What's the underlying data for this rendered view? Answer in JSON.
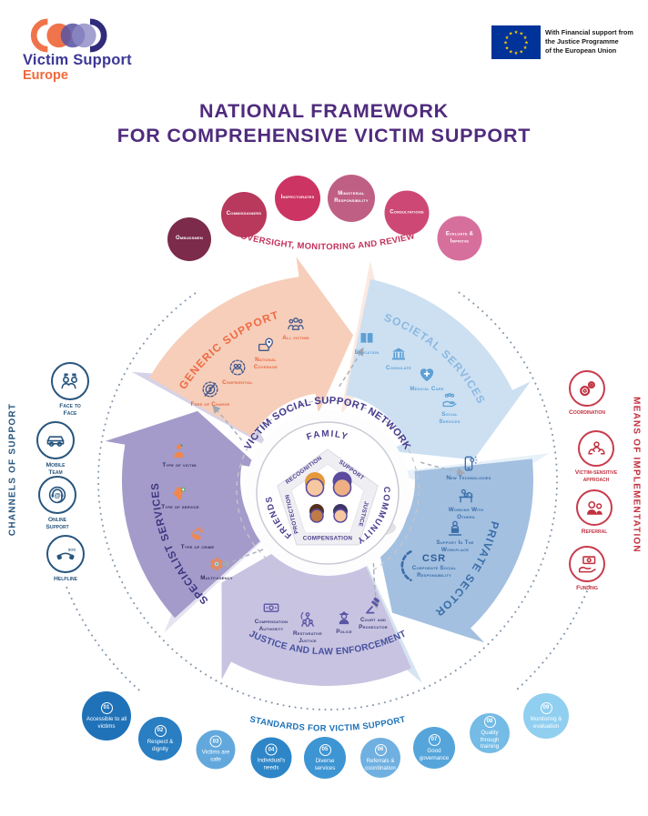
{
  "logo": {
    "name": "Victim Support",
    "region": "Europe"
  },
  "eu_funding": {
    "credit": "With Financial support from\nthe Justice Programme\nof the European Union"
  },
  "title": {
    "line1": "NATIONAL FRAMEWORK",
    "line2": "FOR COMPREHENSIVE VICTIM SUPPORT"
  },
  "oversight": {
    "title": "OVERSIGHT, MONITORING AND REVIEW",
    "title_color": "#C2315B",
    "items": [
      {
        "label": "Ombudsmen",
        "color": "#7C2B4A"
      },
      {
        "label": "Commissioners",
        "color": "#B8395C"
      },
      {
        "label": "Inspectorates",
        "color": "#CC3463"
      },
      {
        "label": "Ministerial Responsibility",
        "color": "#C05F84"
      },
      {
        "label": "Consultations",
        "color": "#CE4876"
      },
      {
        "label": "Evaluate & Improve",
        "color": "#D76F9D"
      }
    ]
  },
  "channels": {
    "title": "CHANNELS OF SUPPORT",
    "accent": "#27557D",
    "items": [
      {
        "label": "Face to Face",
        "icon": "people-talking-icon"
      },
      {
        "label": "Mobile Team",
        "icon": "car-icon"
      },
      {
        "label": "Online Support",
        "icon": "headset-icon"
      },
      {
        "label": "Helpline",
        "icon": "phone-icon"
      }
    ]
  },
  "means": {
    "title": "MEANS OF IMPLEMENTATION",
    "accent": "#C2313F",
    "items": [
      {
        "label": "Coordination",
        "icon": "gears-icon"
      },
      {
        "label": "Victim-sensitive approach",
        "icon": "caring-hands-icon"
      },
      {
        "label": "Referral",
        "icon": "two-people-icon"
      },
      {
        "label": "Funding",
        "icon": "money-hand-icon"
      }
    ]
  },
  "network": {
    "ring_title": "VICTIM SOCIAL SUPPORT NETWORK",
    "family": "FAMILY",
    "friends": "FRIENDS",
    "community": "COMMUNITY",
    "pentagon": [
      "RECOGNITION",
      "SUPPORT",
      "JUSTICE",
      "COMPENSATION",
      "PROTECTION"
    ]
  },
  "sections": [
    {
      "name": "GENERIC SUPPORT",
      "arc_color": "#F6CEBA",
      "text_color": "#EE6B43",
      "items": [
        {
          "label": "All victims",
          "icon": "people-group-icon"
        },
        {
          "label": "National Coverage",
          "icon": "map-pin-icon"
        },
        {
          "label": "Confidential",
          "icon": "confidential-people-icon"
        },
        {
          "label": "Free of Charge",
          "icon": "no-charge-icon"
        }
      ]
    },
    {
      "name": "SOCIETAL SERVICES",
      "arc_color": "#CCE0F2",
      "text_color": "#8AB8E2",
      "items": [
        {
          "label": "Education",
          "icon": "book-icon"
        },
        {
          "label": "Consulate",
          "icon": "government-building-icon"
        },
        {
          "label": "Medical Care",
          "icon": "heart-cross-icon"
        },
        {
          "label": "Social Services",
          "icon": "helping-hand-icon"
        }
      ]
    },
    {
      "name": "PRIVATE SECTOR",
      "arc_color": "#A3C0E1",
      "text_color": "#3A6EA8",
      "items": [
        {
          "label": "New Technologies",
          "icon": "smartphone-plus-icon"
        },
        {
          "label": "Working With Others",
          "icon": "desk-people-icon"
        },
        {
          "label": "Support In The Workplace",
          "icon": "laptop-person-icon"
        },
        {
          "label": "CSR",
          "sub": "Corporate Social Responsibility",
          "icon": "csr-icon"
        }
      ]
    },
    {
      "name": "JUSTICE AND LAW ENFORCEMENT",
      "arc_color": "#C7C3E1",
      "text_color": "#47519E",
      "items": [
        {
          "label": "Compensation Authority",
          "icon": "banknote-icon"
        },
        {
          "label": "Restorative Justice",
          "icon": "restorative-justice-icon"
        },
        {
          "label": "Police",
          "icon": "police-officer-icon"
        },
        {
          "label": "Court and Prosecutor",
          "icon": "gavel-icon"
        }
      ]
    },
    {
      "name": "SPECIALIST SERVICES",
      "arc_color": "#A49BCA",
      "text_color": "#3D3781",
      "items": [
        {
          "label": "Type of victim",
          "icon": "person-icon"
        },
        {
          "label": "Type of service",
          "icon": "head-cross-icon"
        },
        {
          "label": "Type of crime",
          "icon": "hand-icon"
        },
        {
          "label": "Multi-agency",
          "icon": "multi-agency-flower-icon"
        }
      ]
    }
  ],
  "standards": {
    "title": "STANDARDS FOR VICTIM SUPPORT",
    "title_color": "#1D71B8",
    "items": [
      {
        "num": "01",
        "label": "Accessible to all victims",
        "color": "#1F72B8"
      },
      {
        "num": "02",
        "label": "Respect & dignity",
        "color": "#2A7EC2"
      },
      {
        "num": "03",
        "label": "Victims are safe",
        "color": "#62A8DC"
      },
      {
        "num": "04",
        "label": "Individual's needs",
        "color": "#2E86C8"
      },
      {
        "num": "05",
        "label": "Diverse services",
        "color": "#3E95D3"
      },
      {
        "num": "06",
        "label": "Referrals & coordination",
        "color": "#6FB0E0"
      },
      {
        "num": "07",
        "label": "Good governance",
        "color": "#55A5DB"
      },
      {
        "num": "08",
        "label": "Quality through training",
        "color": "#74BBE6"
      },
      {
        "num": "09",
        "label": "Monitoring & evaluation",
        "color": "#90CFF0"
      }
    ]
  }
}
